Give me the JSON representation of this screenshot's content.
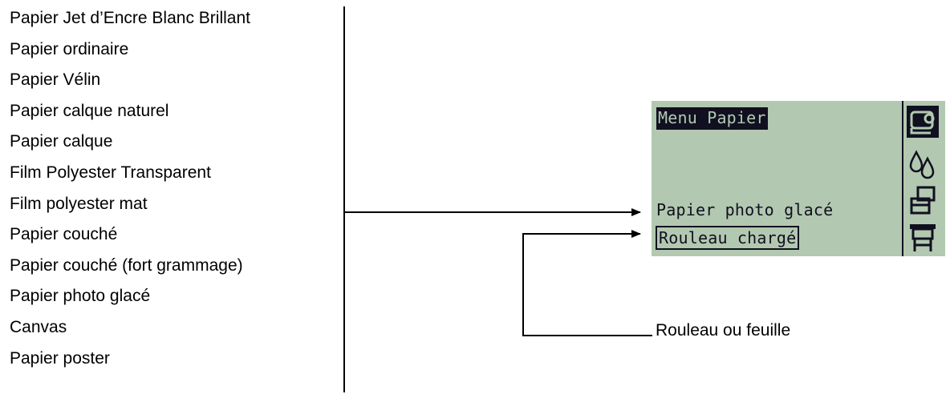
{
  "paper_types": [
    "Papier Jet d’Encre Blanc Brillant",
    "Papier ordinaire",
    "Papier Vélin",
    "Papier calque naturel",
    "Papier calque",
    "Film Polyester Transparent",
    "Film polyester mat",
    "Papier couché",
    "Papier couché (fort grammage)",
    "Papier photo glacé",
    "Canvas",
    "Papier poster"
  ],
  "display": {
    "title": "Menu Papier",
    "media_type": "Papier photo glacé",
    "selected_option": "Rouleau chargé",
    "icons": [
      "paper-roll-icon",
      "ink-drops-icon",
      "print-job-icon",
      "printer-icon"
    ],
    "background_color": "#b3c8b0",
    "ink_color": "#101020"
  },
  "callout": {
    "label": "Rouleau ou feuille"
  }
}
